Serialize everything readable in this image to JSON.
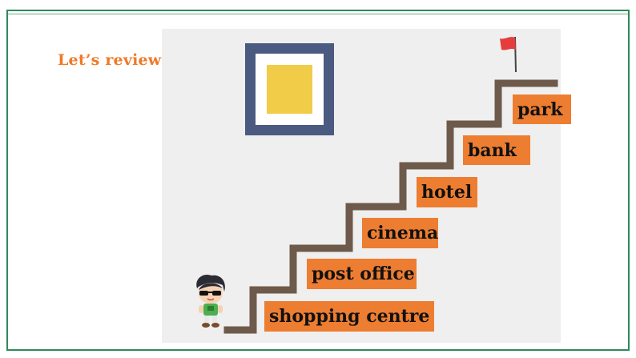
{
  "slide": {
    "heading": "Let’s review"
  },
  "staircase": {
    "steps": [
      {
        "id": "shopping-centre",
        "label": "shopping centre"
      },
      {
        "id": "post-office",
        "label": "post office"
      },
      {
        "id": "cinema",
        "label": "cinema"
      },
      {
        "id": "hotel",
        "label": "hotel"
      },
      {
        "id": "bank",
        "label": "bank"
      },
      {
        "id": "park",
        "label": "park"
      }
    ]
  },
  "icons": {
    "goal": "red-flag-icon",
    "character": "cartoon-boy-with-sunglasses",
    "wall_picture": "framed-yellow-picture"
  },
  "colors": {
    "accent": "#ed7d31",
    "heading": "#ee7a28",
    "frame": "#2f8a5a",
    "stairs": "#6e5a4a",
    "background_panel": "#efefef",
    "picture_frame": "#4b5a80",
    "picture_art": "#f0cc49",
    "flag": "#e53c3c"
  }
}
